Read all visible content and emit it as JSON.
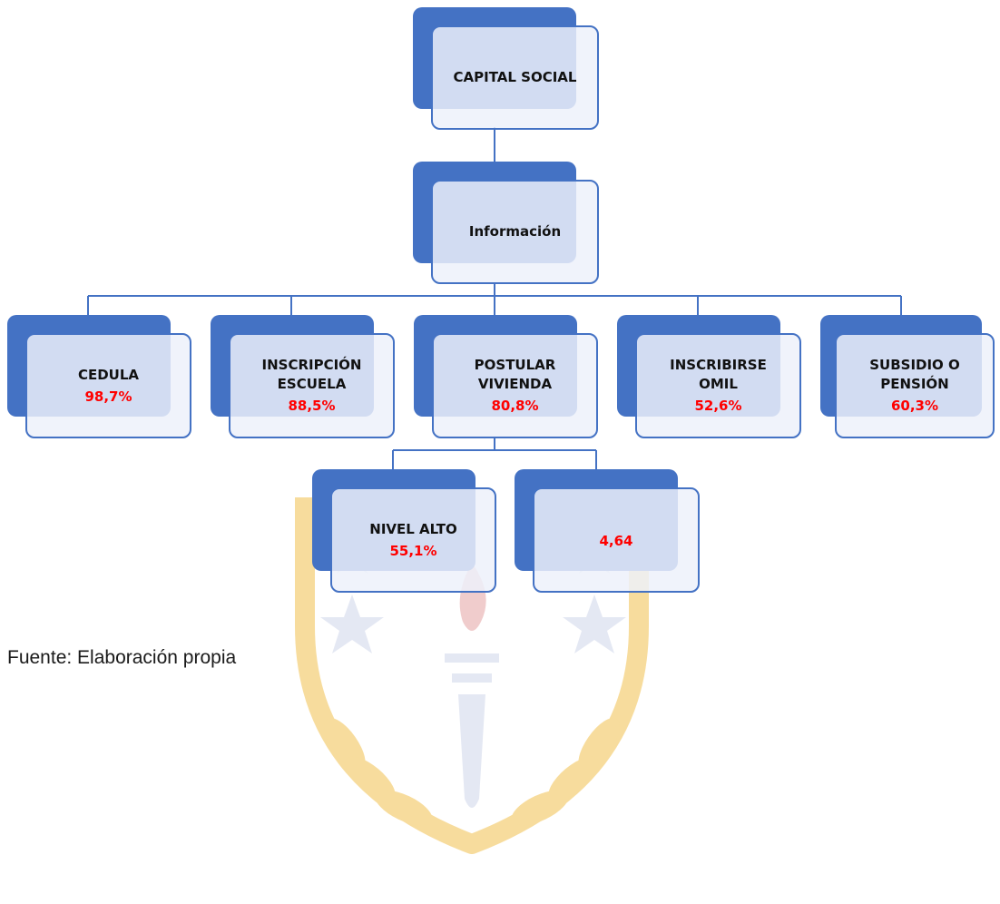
{
  "colors": {
    "box_fill": "#4472c4",
    "box_border": "#4472c4",
    "box_face": "#edf1fa",
    "value_text": "#ff0000",
    "label_text": "#111111",
    "watermark_gold": "#f2c14e",
    "watermark_blue": "#cfd6ea"
  },
  "diagram": {
    "root": {
      "label": "CAPITAL SOCIAL"
    },
    "level1": {
      "label": "Información"
    },
    "categories": [
      {
        "id": "cedula",
        "label": "CEDULA",
        "value": "98,7%"
      },
      {
        "id": "escuela",
        "label": "INSCRIPCIÓN\nESCUELA",
        "value": "88,5%"
      },
      {
        "id": "vivienda",
        "label": "POSTULAR\nVIVIENDA",
        "value": "80,8%"
      },
      {
        "id": "omil",
        "label": "INSCRIBIRSE\nOMIL",
        "value": "52,6%"
      },
      {
        "id": "subsidio",
        "label": "SUBSIDIO O\nPENSIÓN",
        "value": "60,3%"
      }
    ],
    "sub_nodes": [
      {
        "id": "nivel",
        "label": "NIVEL ALTO",
        "value": "55,1%"
      },
      {
        "id": "score",
        "label": "",
        "value": "4,64"
      }
    ]
  },
  "source_note": "Fuente: Elaboración propia",
  "watermark": {
    "icon": "university-crest-icon"
  }
}
